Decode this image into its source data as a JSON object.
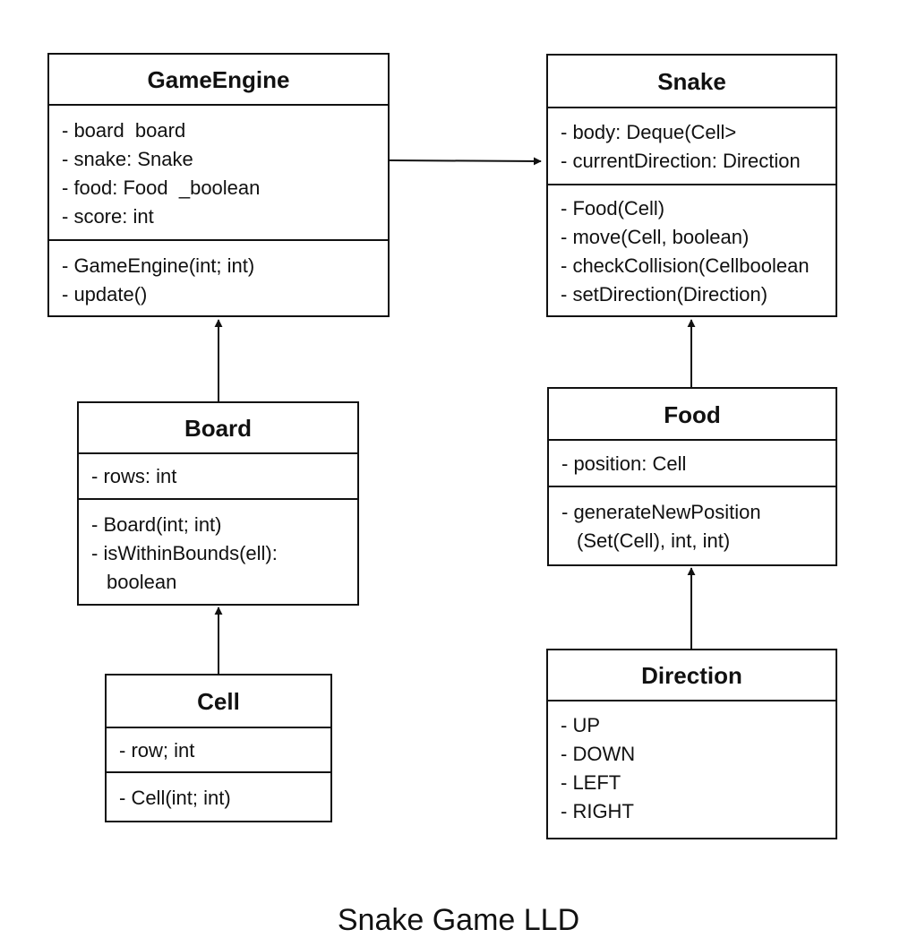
{
  "classes": {
    "game_engine": {
      "name": "GameEngine",
      "attributes": [
        "- board  board",
        "- snake: Snake",
        "- food: Food  _boolean",
        "- score: int"
      ],
      "methods": [
        "- GameEngine(int; int)",
        "- update()"
      ]
    },
    "snake": {
      "name": "Snake",
      "attributes": [
        "- body: Deque(Cell>",
        "- currentDirection: Direction"
      ],
      "methods": [
        "- Food(Cell)",
        "- move(Cell, boolean)",
        "- checkCollision(Cellboolean",
        "- setDirection(Direction)"
      ]
    },
    "board": {
      "name": "Board",
      "attributes": [
        "- rows: int"
      ],
      "methods": [
        "- Board(int; int)",
        "- isWithinBounds(ell):",
        "boolean"
      ]
    },
    "food": {
      "name": "Food",
      "attributes": [
        "- position: Cell"
      ],
      "methods": [
        "- generateNewPosition",
        "(Set(Cell), int, int)"
      ]
    },
    "cell": {
      "name": "Cell",
      "attributes": [
        "- row; int"
      ],
      "methods": [
        "- Cell(int; int)"
      ]
    },
    "direction": {
      "name": "Direction",
      "values": [
        "- UP",
        "- DOWN",
        "- LEFT",
        "- RIGHT"
      ]
    }
  },
  "caption": "Snake Game LLD"
}
